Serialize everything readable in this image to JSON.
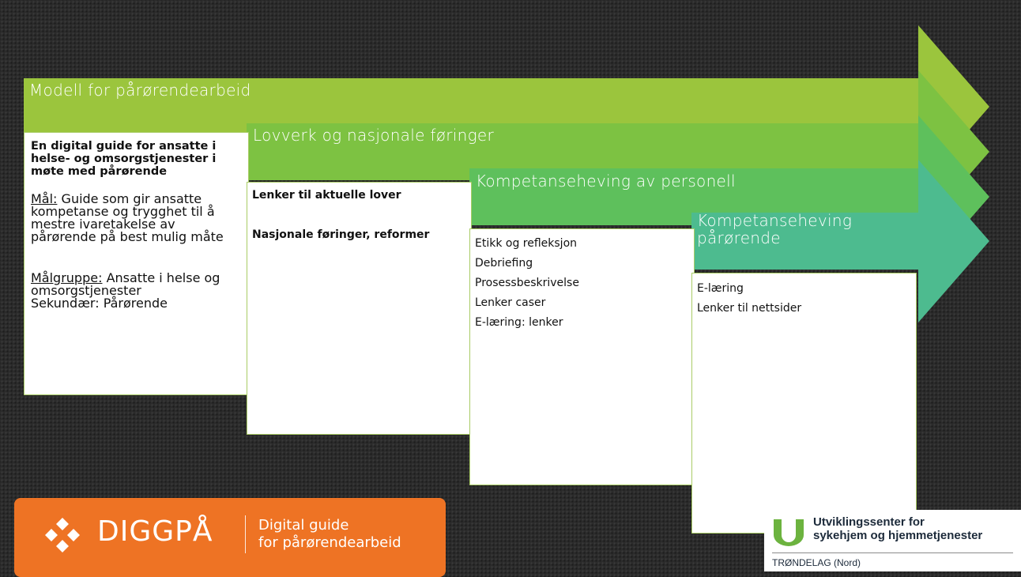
{
  "arrows": [
    {
      "label": "Modell for pårørendearbeid",
      "color": "#9bc53d"
    },
    {
      "label": "Lovverk og nasjonale føringer",
      "color": "#7dc242"
    },
    {
      "label": "Kompetanseheving av personell",
      "color": "#5ec05c"
    },
    {
      "label": "Kompetanseheving pårørende",
      "color": "#4dbb8f"
    }
  ],
  "box1": {
    "lead": "En digital guide for ansatte i helse- og omsorgstjenester i møte med pårørende",
    "goal_label": "Mål:",
    "goal_text": " Guide som gir ansatte kompetanse og trygghet til å mestre ivaretakelse av pårørende på best mulig måte",
    "target_label": "Målgruppe:",
    "target_text": " Ansatte i helse og omsorgstjenester",
    "secondary": "Sekundær: Pårørende"
  },
  "box2": [
    "Lenker til aktuelle lover",
    "Nasjonale føringer, reformer"
  ],
  "box3": [
    "Etikk og refleksjon",
    "Debriefing",
    "Prosessbeskrivelse",
    "Lenker caser",
    "E-læring: lenker"
  ],
  "box4": [
    "E-læring",
    "Lenker til nettsider"
  ],
  "banner": {
    "brand": "DIGGPÅ",
    "tagline_1": "Digital guide",
    "tagline_2": "for pårørendearbeid",
    "color": "#ee7324"
  },
  "partner": {
    "title_1": "Utviklingssenter for",
    "title_2": "sykehjem og hjemmetjenester",
    "region": "TRØNDELAG (Nord)",
    "color": "#6cb33f"
  }
}
